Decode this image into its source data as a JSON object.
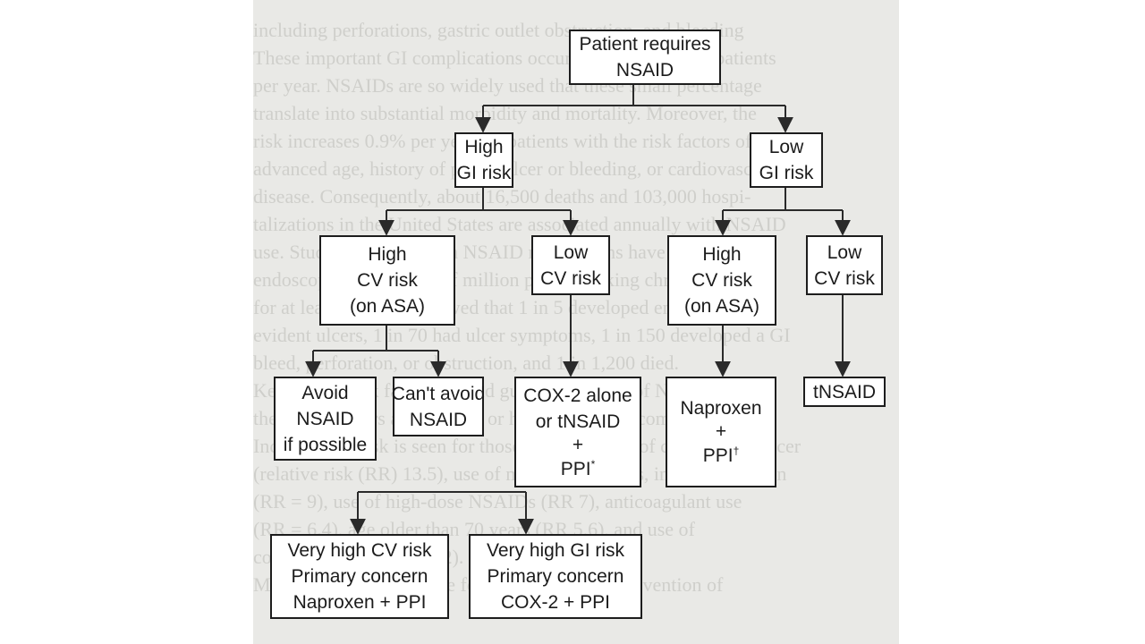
{
  "background_text": [
    "including perforations, gastric outlet obstruction, and bleeding",
    "These important GI complications occur in 1.5% to 4% of patients",
    "per year. NSAIDs are so widely used that these small percentage",
    "translate into substantial morbidity and mortality. Moreover, the",
    "risk increases 0.9% per year for patients with the risk factors of",
    "advanced age, history of peptic ulcer or bleeding, or cardiovascular",
    "disease. Consequently, about 16,500 deaths and 103,000 hospi-",
    "talizations in the United States are associated annually with NSAID",
    "use. Studies in patients on NSAID medications have shown that",
    "endoscopic evaluations of million patients taking chronic NSAIDs",
    "for at least 3 months showed that 1 in 5 developed endoscopic",
    "evident ulcers, 1 in 70 had ulcer symptoms, 1 in 150 developed a GI",
    "bleed, perforation, or obstruction, and 1 in 1,200 died.",
    "Key patient risk factors should guide the choice of NSAID",
    "therapy for users at moderate or high risk for GI complications.",
    "Increased GI risk is seen for those with a history of complicated ulcer",
    "(relative risk (RR) 13.5), use of multiple NSAIDs, including aspirin",
    "(RR = 9), use of high-dose NSAIDs (RR 7), anticoagulant use",
    "(RR = 6.4), age older than 70 years (RR 5.6), and use of",
    "corticosteroids (RR = 2.2).",
    "Medications are available for the treatment or prevention of"
  ],
  "nodes": {
    "patient": [
      "Patient requires",
      "NSAID"
    ],
    "high_gi": [
      "High",
      "GI risk"
    ],
    "low_gi": [
      "Low",
      "GI risk"
    ],
    "high_cv_1": [
      "High",
      "CV risk",
      "(on ASA)"
    ],
    "low_cv_1": [
      "Low",
      "CV risk"
    ],
    "high_cv_2": [
      "High",
      "CV risk",
      "(on ASA)"
    ],
    "low_cv_2": [
      "Low",
      "CV risk"
    ],
    "avoid": [
      "Avoid",
      "NSAID",
      "if possible"
    ],
    "cant_avoid": [
      "Can't avoid",
      "NSAID"
    ],
    "cox2": {
      "line1": "COX-2 alone",
      "line2": "or tNSAID",
      "plus": "+",
      "ppi": "PPI",
      "mark": "*"
    },
    "naproxen": {
      "line1": "Naproxen",
      "plus": "+",
      "ppi": "PPI",
      "mark": "†"
    },
    "tnsaid": [
      "tNSAID"
    ],
    "very_high_cv": [
      "Very high CV risk",
      "Primary concern",
      "Naproxen + PPI"
    ],
    "very_high_gi": [
      "Very high GI risk",
      "Primary concern",
      "COX-2 + PPI"
    ]
  }
}
